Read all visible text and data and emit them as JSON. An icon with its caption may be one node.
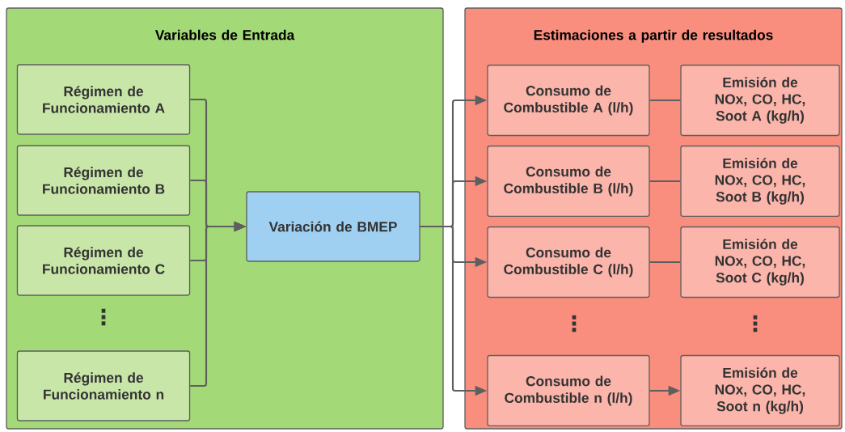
{
  "diagram": {
    "nodes": [
      {
        "text": [
          "Variables de Entrada"
        ]
      },
      {
        "text": [
          "Régimen de Funcionamiento A"
        ],
        "in": 0
      },
      {
        "text": [
          "Régimen de Funcionamiento B"
        ],
        "in": 0
      },
      {
        "text": [
          "Régimen de Funcionamiento C"
        ],
        "in": 0
      },
      {
        "text": [
          "Régimen de Funcionamiento n"
        ],
        "in": 0
      },
      {
        "text": [
          "Variación de BMEP"
        ],
        "in": 0
      },
      {
        "text": [
          "Estimaciones a partir de resultados"
        ]
      },
      {
        "text": [
          "Consumo de Combustible A (l/h)"
        ],
        "in": 6
      },
      {
        "text": [
          "Emisión de NOx, CO, HC, Soot A (kg/h)"
        ],
        "in": 6
      },
      {
        "text": [
          "Consumo de Combustible B (l/h)"
        ],
        "in": 6
      },
      {
        "text": [
          "Emisión de NOx, CO, HC, Soot B (kg/h)"
        ],
        "in": 6
      },
      {
        "text": [
          "Consumo de Combustible C (l/h)"
        ],
        "in": 6
      },
      {
        "text": [
          "Emisión de NOx, CO, HC, Soot C (kg/h)"
        ],
        "in": 6
      },
      {
        "text": [
          "Consumo de Combustible n (l/h)"
        ],
        "in": 6
      },
      {
        "text": [
          "Emisión de NOx, CO, HC, Soot n (kg/h)"
        ],
        "in": 6
      }
    ],
    "edges": [
      {
        "from": 1,
        "to": 5,
        "arrow": "to"
      },
      {
        "from": 2,
        "to": 5,
        "arrow": "to"
      },
      {
        "from": 3,
        "to": 5,
        "arrow": "to"
      },
      {
        "from": 4,
        "to": 5,
        "arrow": "to"
      },
      {
        "from": 5,
        "to": 7,
        "arrow": "to"
      },
      {
        "from": 5,
        "to": 9,
        "arrow": "to"
      },
      {
        "from": 5,
        "to": 11,
        "arrow": "to"
      },
      {
        "from": 5,
        "to": 13,
        "arrow": "to"
      },
      {
        "from": 7,
        "to": 8,
        "arrow": "none"
      },
      {
        "from": 9,
        "to": 10,
        "arrow": "none"
      },
      {
        "from": 11,
        "to": 12,
        "arrow": "none"
      },
      {
        "from": 13,
        "to": 14,
        "arrow": "to"
      }
    ],
    "labels": [
      "⋮",
      "⋮",
      "⋮"
    ]
  }
}
